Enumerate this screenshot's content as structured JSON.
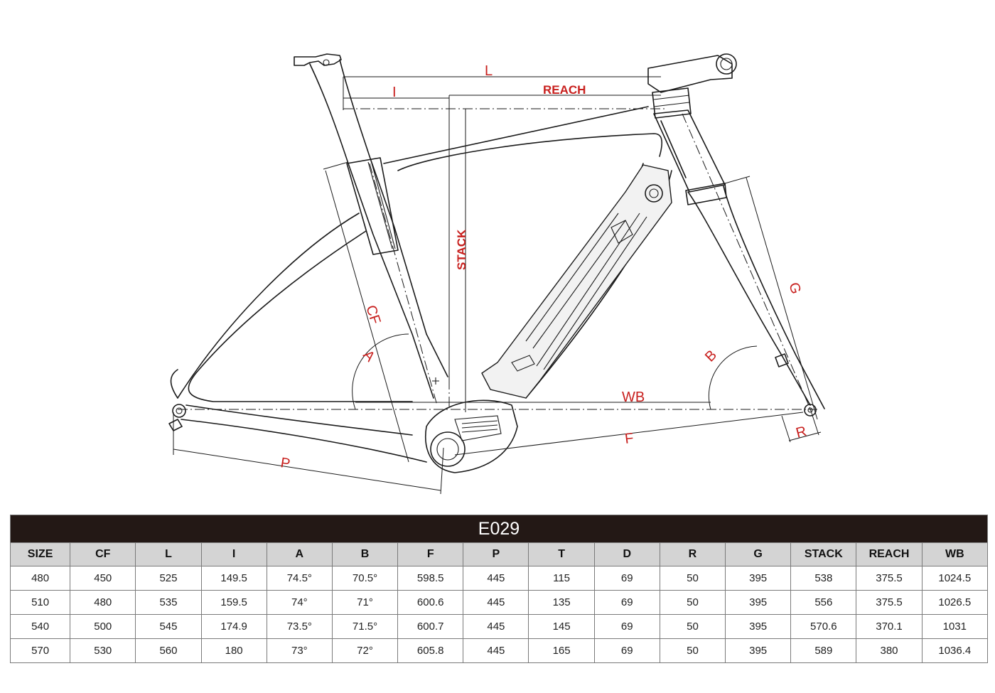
{
  "diagram": {
    "reach_label": "REACH",
    "stack_label": "STACK",
    "l_label": "L",
    "i_label": "I",
    "cf_label": "CF",
    "a_label": "A",
    "b_label": "B",
    "wb_label": "WB",
    "f_label": "F",
    "p_label": "P",
    "g_label": "G",
    "r_label": "R",
    "label_color": "#c8201e",
    "line_color": "#1a1a1a"
  },
  "table": {
    "title": "E029",
    "title_bg": "#231815",
    "header_bg": "#d4d4d4",
    "headers": [
      "SIZE",
      "CF",
      "L",
      "I",
      "A",
      "B",
      "F",
      "P",
      "T",
      "D",
      "R",
      "G",
      "STACK",
      "REACH",
      "WB"
    ],
    "rows": [
      [
        "480",
        "450",
        "525",
        "149.5",
        "74.5°",
        "70.5°",
        "598.5",
        "445",
        "115",
        "69",
        "50",
        "395",
        "538",
        "375.5",
        "1024.5"
      ],
      [
        "510",
        "480",
        "535",
        "159.5",
        "74°",
        "71°",
        "600.6",
        "445",
        "135",
        "69",
        "50",
        "395",
        "556",
        "375.5",
        "1026.5"
      ],
      [
        "540",
        "500",
        "545",
        "174.9",
        "73.5°",
        "71.5°",
        "600.7",
        "445",
        "145",
        "69",
        "50",
        "395",
        "570.6",
        "370.1",
        "1031"
      ],
      [
        "570",
        "530",
        "560",
        "180",
        "73°",
        "72°",
        "605.8",
        "445",
        "165",
        "69",
        "50",
        "395",
        "589",
        "380",
        "1036.4"
      ]
    ]
  }
}
